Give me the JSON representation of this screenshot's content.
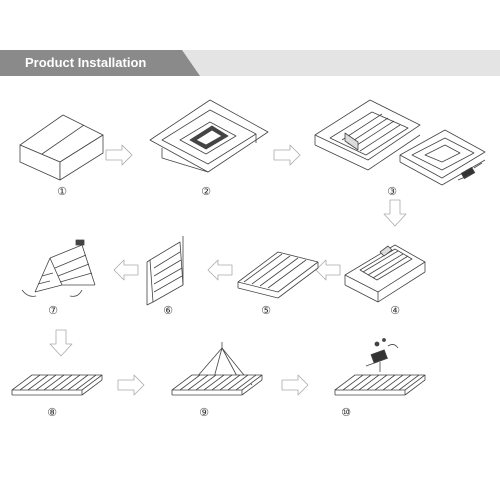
{
  "header": {
    "title": "Product Installation"
  },
  "steps": [
    {
      "label": "①",
      "name": "closed box"
    },
    {
      "label": "②",
      "name": "open box"
    },
    {
      "label": "③",
      "name": "unpack light"
    },
    {
      "label": "④",
      "name": "light on packaging"
    },
    {
      "label": "⑤",
      "name": "remove light"
    },
    {
      "label": "⑥",
      "name": "stand up"
    },
    {
      "label": "⑦",
      "name": "unfold bars"
    },
    {
      "label": "⑧",
      "name": "unfolded fixture"
    },
    {
      "label": "⑨",
      "name": "hang fixture"
    },
    {
      "label": "⑩",
      "name": "connect driver"
    }
  ],
  "colors": {
    "banner_tab": "#8a8a8a",
    "banner_bg": "#e4e4e4",
    "line": "#444444",
    "arrow": "#bbbbbb"
  }
}
